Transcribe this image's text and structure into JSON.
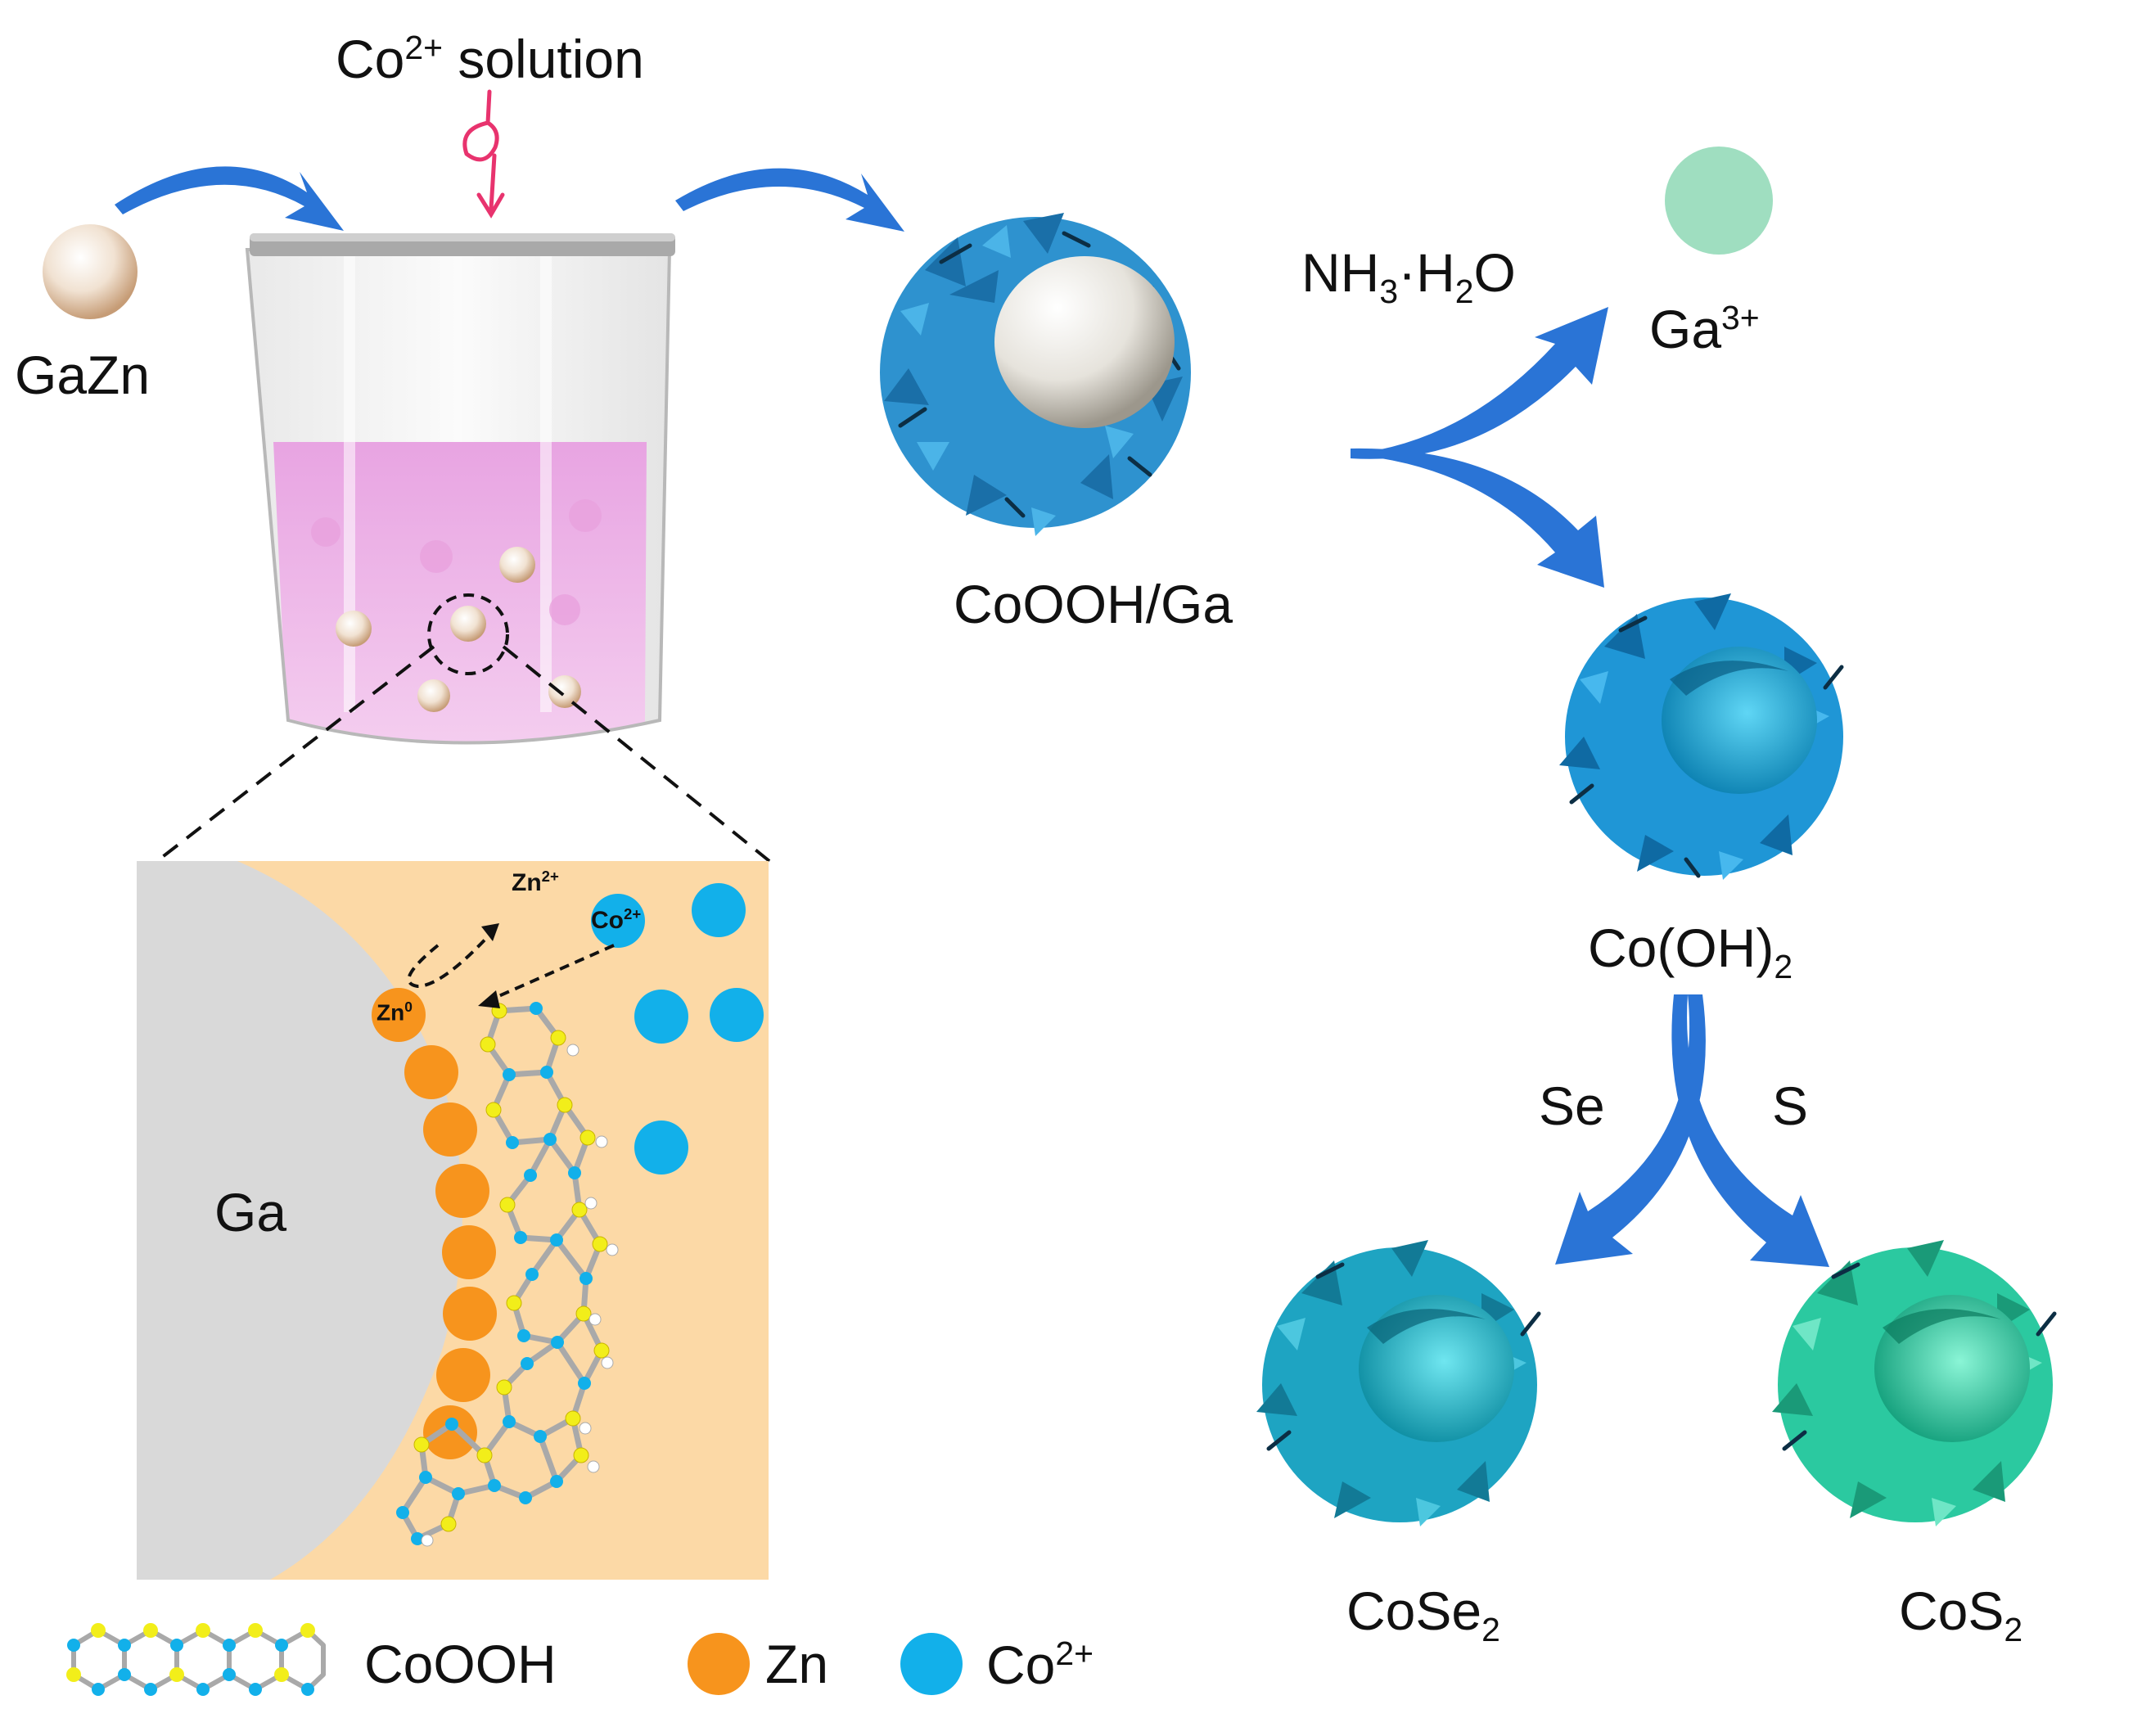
{
  "labels": {
    "co_solution": "Co",
    "co_solution_sup": "2+",
    "co_solution_tail": " solution",
    "gazn": "GaZn",
    "cooohga": "CoOOH/Ga",
    "nh3_a": "NH",
    "nh3_sub1": "3",
    "nh3_b": "·H",
    "nh3_sub2": "2",
    "nh3_c": "O",
    "ga3": "Ga",
    "ga3_sup": "3+",
    "cooh2_a": "Co(OH)",
    "cooh2_sub": "2",
    "se": "Se",
    "s": "S",
    "cose2_a": "CoSe",
    "cose2_sub": "2",
    "cos2_a": "CoS",
    "cos2_sub": "2",
    "ga": "Ga",
    "zn0": "Zn",
    "zn0_sup": "0",
    "zn2": "Zn",
    "zn2_sup": "2+",
    "co2_inset": "Co",
    "co2_inset_sup": "2+"
  },
  "legend": {
    "cooh": "CoOOH",
    "zn": "Zn",
    "co": "Co",
    "co_sup": "2+"
  },
  "colors": {
    "arrow_blue": "#2a74d6",
    "zn_orange": "#f7941d",
    "co_blue": "#12b0ea",
    "ga3_green": "#9fdec0",
    "ga_gray": "#d9d9d9",
    "inset_bg": "#fcd9a6",
    "solution_pink": "#ebb0e6",
    "cooh_shell": "#2e92cf",
    "cose2_shell": "#1ea4c2",
    "cos2_shell": "#2bc9a0",
    "dropper_red": "#e8336e"
  }
}
